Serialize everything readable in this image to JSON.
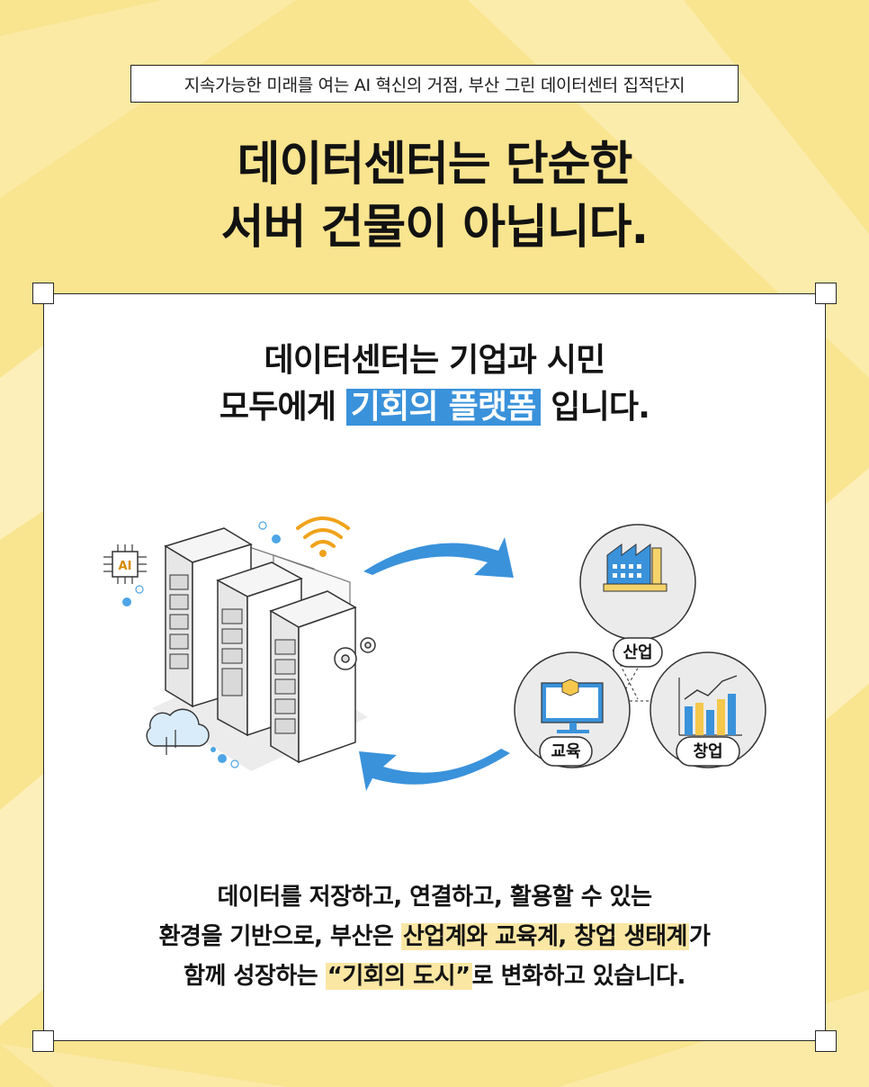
{
  "header": {
    "top_label": "지속가능한 미래를 여는 AI 혁신의 거점, 부산 그린 데이터센터 집적단지",
    "headline_line1": "데이터센터는 단순한",
    "headline_line2": "서버 건물이 아닙니다."
  },
  "card": {
    "title_line1": "데이터센터는 기업과 시민",
    "title_line2_prefix": "모두에게",
    "title_line2_highlight": "기회의 플랫폼",
    "title_line2_suffix": "입니다.",
    "illustration": {
      "ai_chip_label": "AI",
      "bubbles": {
        "industry": "산업",
        "education": "교육",
        "startup": "창업"
      }
    },
    "body_line1": "데이터를 저장하고, 연결하고, 활용할 수 있는",
    "body_line2_prefix": "환경을 기반으로, 부산은",
    "body_line2_highlight": "산업계와 교육계, 창업 생태계",
    "body_line2_suffix": "가",
    "body_line3_prefix": "함께 성장하는",
    "body_line3_highlight": "“기회의 도시”",
    "body_line3_suffix": "로 변화하고 있습니다."
  },
  "colors": {
    "background": "#f9e48f",
    "accent_blue": "#3a92db",
    "highlight_yellow": "#fbe7a4",
    "wifi_orange": "#f0a21a"
  }
}
